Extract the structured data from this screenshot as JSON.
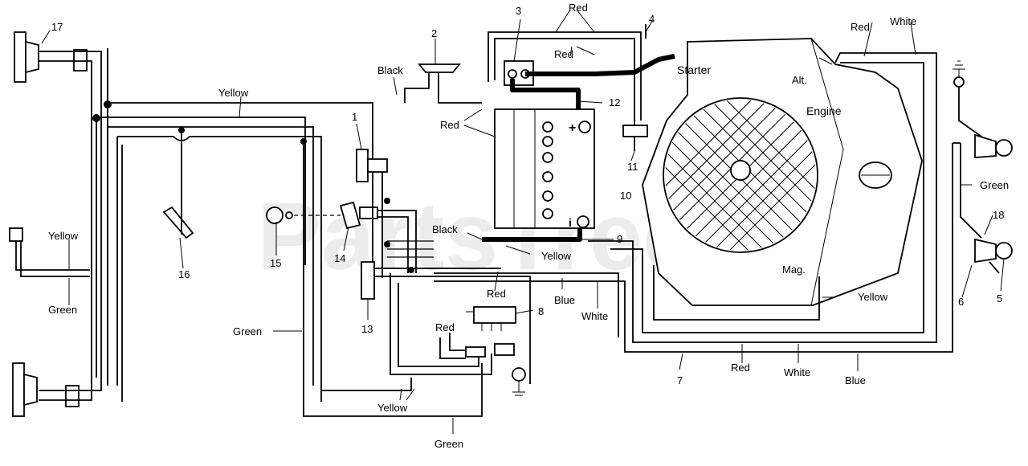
{
  "wire_labels": {
    "red_top": "Red",
    "red_battery": "Red",
    "red_mid": "Red",
    "white_top": "White",
    "red_top_right": "Red",
    "black_top": "Black",
    "yellow_top": "Yellow",
    "yellow_left": "Yellow",
    "green_left": "Green",
    "green_mid": "Green",
    "black_mid": "Black",
    "yellow_mid": "Yellow",
    "red_center": "Red",
    "blue_center": "Blue",
    "white_center": "White",
    "red_lower": "Red",
    "yellow_bottom": "Yellow",
    "green_bottom": "Green",
    "red_bottom": "Red",
    "white_bottom": "White",
    "blue_bottom": "Blue",
    "green_right": "Green",
    "yellow_right": "Yellow"
  },
  "component_labels": {
    "starter": "Starter",
    "alt": "Alt.",
    "engine": "Engine",
    "mag": "Mag."
  },
  "callouts": [
    "1",
    "2",
    "3",
    "4",
    "5",
    "6",
    "7",
    "8",
    "9",
    "10",
    "11",
    "12",
    "13",
    "14",
    "15",
    "16",
    "17",
    "18"
  ],
  "battery_terminals": {
    "positive": "+",
    "negative": "i"
  },
  "watermark": "PartsTree"
}
